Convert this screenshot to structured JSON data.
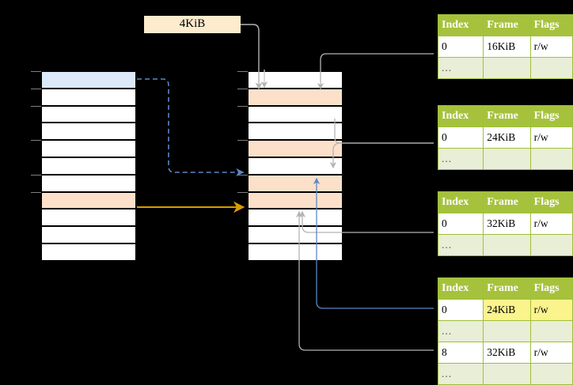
{
  "diagram": {
    "title_label": "4KiB",
    "left_column": {
      "name": "virtual-memory-column",
      "rows": [
        {
          "state": "selected-blue"
        },
        {
          "state": "plain"
        },
        {
          "state": "plain"
        },
        {
          "state": "plain"
        },
        {
          "state": "plain"
        },
        {
          "state": "plain"
        },
        {
          "state": "plain"
        },
        {
          "state": "selected-peach"
        },
        {
          "state": "plain"
        },
        {
          "state": "plain"
        },
        {
          "state": "plain"
        }
      ]
    },
    "middle_column": {
      "name": "physical-memory-column",
      "rows": [
        {
          "state": "plain"
        },
        {
          "state": "selected-peach"
        },
        {
          "state": "plain"
        },
        {
          "state": "plain"
        },
        {
          "state": "selected-peach"
        },
        {
          "state": "plain"
        },
        {
          "state": "selected-peach"
        },
        {
          "state": "selected-peach"
        },
        {
          "state": "plain"
        },
        {
          "state": "plain"
        },
        {
          "state": "plain"
        }
      ]
    },
    "tables": [
      {
        "name": "page-table-level-1",
        "headers": [
          "Index",
          "Frame",
          "Flags"
        ],
        "rows": [
          {
            "cells": [
              "0",
              "16KiB",
              "r/w"
            ],
            "kind": "data",
            "highlight": [
              false,
              false,
              false
            ]
          },
          {
            "cells": [
              "...",
              "",
              ""
            ],
            "kind": "dots",
            "highlight": [
              false,
              false,
              false
            ]
          }
        ]
      },
      {
        "name": "page-table-level-2",
        "headers": [
          "Index",
          "Frame",
          "Flags"
        ],
        "rows": [
          {
            "cells": [
              "0",
              "24KiB",
              "r/w"
            ],
            "kind": "data",
            "highlight": [
              false,
              false,
              false
            ]
          },
          {
            "cells": [
              "...",
              "",
              ""
            ],
            "kind": "dots",
            "highlight": [
              false,
              false,
              false
            ]
          }
        ]
      },
      {
        "name": "page-table-level-3",
        "headers": [
          "Index",
          "Frame",
          "Flags"
        ],
        "rows": [
          {
            "cells": [
              "0",
              "32KiB",
              "r/w"
            ],
            "kind": "data",
            "highlight": [
              false,
              false,
              false
            ]
          },
          {
            "cells": [
              "...",
              "",
              ""
            ],
            "kind": "dots",
            "highlight": [
              false,
              false,
              false
            ]
          }
        ]
      },
      {
        "name": "page-table-level-4",
        "headers": [
          "Index",
          "Frame",
          "Flags"
        ],
        "rows": [
          {
            "cells": [
              "0",
              "24KiB",
              "r/w"
            ],
            "kind": "data",
            "highlight": [
              false,
              true,
              true
            ]
          },
          {
            "cells": [
              "...",
              "",
              ""
            ],
            "kind": "dots",
            "highlight": [
              false,
              false,
              false
            ]
          },
          {
            "cells": [
              "8",
              "32KiB",
              "r/w"
            ],
            "kind": "data",
            "highlight": [
              false,
              false,
              false
            ]
          },
          {
            "cells": [
              "...",
              "",
              ""
            ],
            "kind": "dots",
            "highlight": [
              false,
              false,
              false
            ]
          }
        ]
      }
    ],
    "colors": {
      "header_green": "#a6c23c",
      "dots_row": "#e9eed6",
      "highlight_yellow": "#fbf38c",
      "peach": "#fce0ca",
      "blue_cell": "#dce9f8",
      "orange_arrow": "#d99a00",
      "blue_arrow": "#5b87c7",
      "gray_arrow": "#b0b0b0",
      "label_bg": "#fdebcd"
    }
  }
}
